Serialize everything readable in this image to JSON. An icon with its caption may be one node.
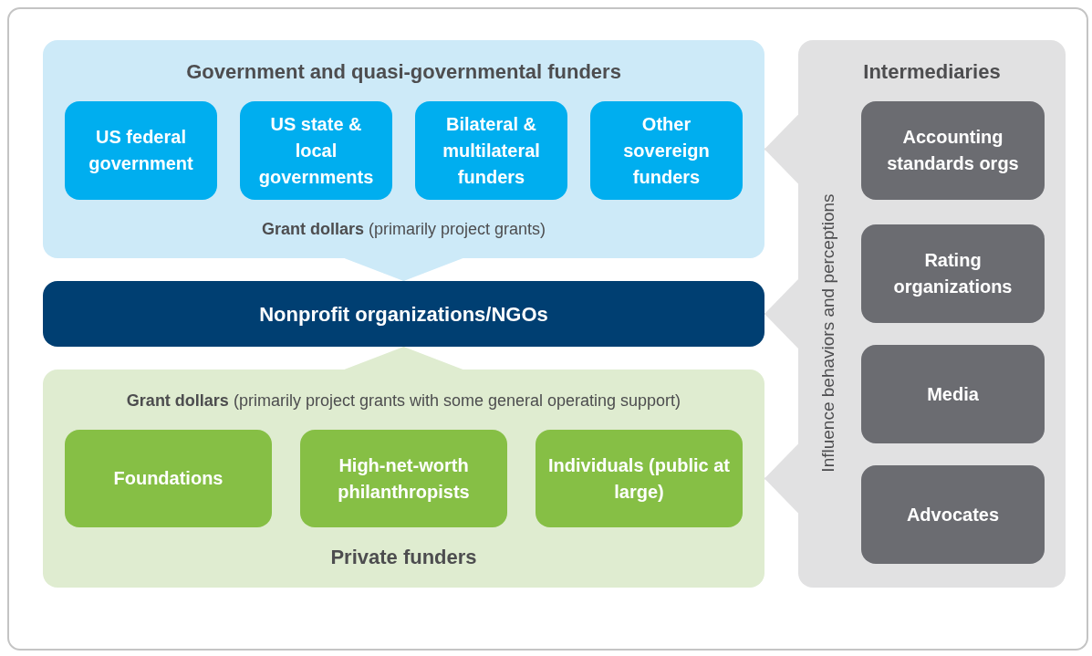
{
  "diagram": {
    "nodes": [
      {
        "text": [
          "Government and quasi-governmental funders",
          "**Grant dollars** (primarily project grants)"
        ]
      },
      {
        "text": [
          "US federal government"
        ],
        "in": 0
      },
      {
        "text": [
          "US state & local governments"
        ],
        "in": 0
      },
      {
        "text": [
          "Bilateral & multilateral funders"
        ],
        "in": 0
      },
      {
        "text": [
          "Other sovereign funders"
        ],
        "in": 0
      },
      {
        "text": [
          "Nonprofit organizations/NGOs"
        ]
      },
      {
        "text": [
          "**Grant dollars** (primarily project grants with some general operating support)",
          "Private funders"
        ]
      },
      {
        "text": [
          "Foundations"
        ],
        "in": 6
      },
      {
        "text": [
          "High-net-worth philanthropists"
        ],
        "in": 6
      },
      {
        "text": [
          "Individuals (public at large)"
        ],
        "in": 6
      },
      {
        "text": [
          "Intermediaries",
          "Influence behaviors and perceptions"
        ]
      },
      {
        "text": [
          "Accounting standards orgs"
        ],
        "in": 10
      },
      {
        "text": [
          "Rating organizations"
        ],
        "in": 10
      },
      {
        "text": [
          "Media"
        ],
        "in": 10
      },
      {
        "text": [
          "Advocates"
        ],
        "in": 10
      }
    ],
    "edges": [
      {
        "from": 0,
        "to": 5,
        "arrow": "to",
        "color": "#cdeaf8"
      },
      {
        "from": 6,
        "to": 5,
        "arrow": "to",
        "color": "#dfecd0"
      },
      {
        "from": 10,
        "to": 0,
        "arrow": "to"
      },
      {
        "from": 10,
        "to": 5,
        "arrow": "to"
      },
      {
        "from": 10,
        "to": 6,
        "arrow": "to"
      }
    ]
  }
}
